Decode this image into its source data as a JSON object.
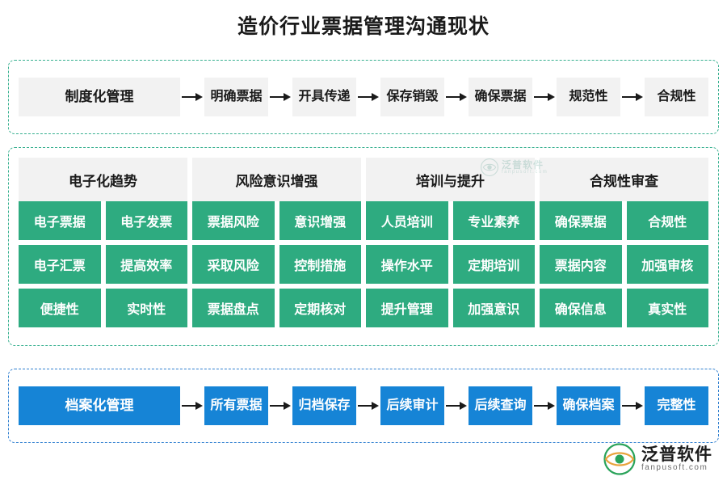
{
  "title": "造价行业票据管理沟通现状",
  "top_flow": {
    "lead": "制度化管理",
    "steps": [
      "明确票据",
      "开具传递",
      "保存销毁",
      "确保票据",
      "规范性",
      "合规性"
    ]
  },
  "middle": {
    "headers": [
      "电子化趋势",
      "风险意识增强",
      "培训与提升",
      "合规性审查"
    ],
    "rows": [
      [
        "电子票据",
        "电子发票",
        "票据风险",
        "意识增强",
        "人员培训",
        "专业素养",
        "确保票据",
        "合规性"
      ],
      [
        "电子汇票",
        "提高效率",
        "采取风险",
        "控制措施",
        "操作水平",
        "定期培训",
        "票据内容",
        "加强审核"
      ],
      [
        "便捷性",
        "实时性",
        "票据盘点",
        "定期核对",
        "提升管理",
        "加强意识",
        "确保信息",
        "真实性"
      ]
    ]
  },
  "bottom_flow": {
    "lead": "档案化管理",
    "steps": [
      "所有票据",
      "归档保存",
      "后续审计",
      "后续查询",
      "确保档案",
      "完整性"
    ]
  },
  "logo": {
    "cn": "泛普软件",
    "en": "fanpusoft.com"
  },
  "colors": {
    "green": "#2eab80",
    "blue": "#1684d6",
    "grey_cell": "#f2f2f2",
    "dashed_green": "#37b08f",
    "dashed_blue": "#2f7fd0"
  }
}
